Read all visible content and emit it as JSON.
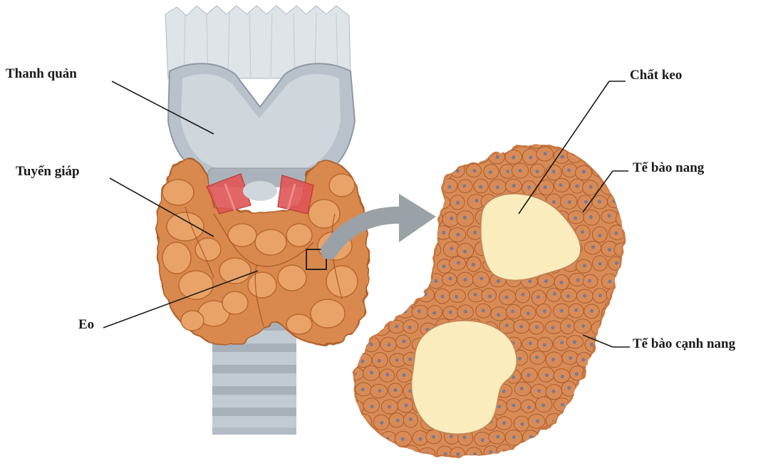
{
  "labels": {
    "larynx": "Thanh quản",
    "thyroid": "Tuyến giáp",
    "isthmus": "Eo",
    "colloid": "Chất keo",
    "follicular_cell": "Tế bào nang",
    "parafollicular_cell": "Tế bào cạnh nang"
  },
  "colors": {
    "cartilage": "#c9d0d6",
    "cartilage_shadow": "#8e99a3",
    "gland": "#d9894e",
    "gland_light": "#eaa56a",
    "gland_dark": "#b0602c",
    "parathyroid": "#e15656",
    "tissue": "#d98b57",
    "tissue_edge": "#c9773f",
    "cell_line": "#a85c2e",
    "nucleus": "#7b7a92",
    "colloid": "#fbecbe",
    "arrow": "#9aa1a7"
  }
}
